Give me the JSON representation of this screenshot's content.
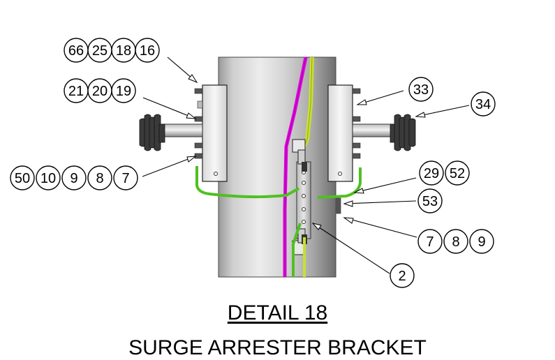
{
  "title": "DETAIL 18",
  "subtitle": "SURGE ARRESTER BRACKET",
  "colors": {
    "pole_light": "#e4e4e4",
    "pole_dark": "#7d7d7d",
    "magenta_wire": "#e000e0",
    "green_wire": "#50c020",
    "yellow_green_wire": "#c8e030",
    "bracket_fill": "#f2f2f2",
    "insulator": "#3a3a3a"
  },
  "callouts": [
    {
      "id": "top-left",
      "numbers": [
        "66",
        "25",
        "18",
        "16"
      ]
    },
    {
      "id": "upper-left",
      "numbers": [
        "21",
        "20",
        "19"
      ]
    },
    {
      "id": "lower-left",
      "numbers": [
        "50",
        "10",
        "9",
        "8",
        "7"
      ]
    },
    {
      "id": "top-right",
      "numbers": [
        "33"
      ]
    },
    {
      "id": "right-insulator",
      "numbers": [
        "34"
      ]
    },
    {
      "id": "right-upper",
      "numbers": [
        "29",
        "52"
      ]
    },
    {
      "id": "right-middle",
      "numbers": [
        "53"
      ]
    },
    {
      "id": "right-lower",
      "numbers": [
        "7",
        "8",
        "9"
      ]
    },
    {
      "id": "bottom",
      "numbers": [
        "2"
      ]
    }
  ]
}
